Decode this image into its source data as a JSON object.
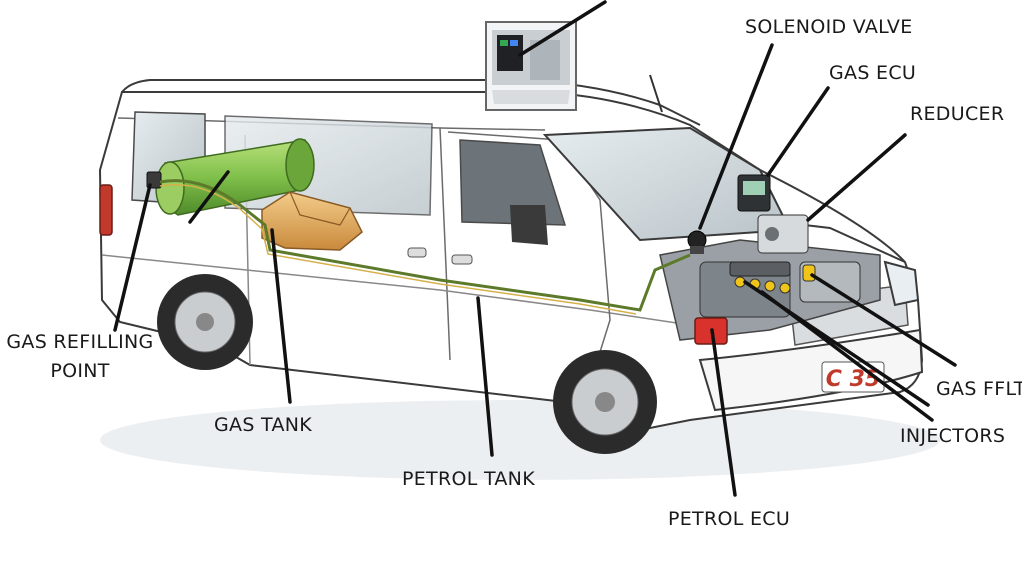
{
  "diagram": {
    "title": "",
    "labels": {
      "solenoid_valve": "SOLENOID VALVE",
      "gas_ecu": "GAS ECU",
      "reducer": "REDUCER",
      "gas_refilling_point_line1": "GAS REFILLING",
      "gas_refilling_point_line2": "POINT",
      "gas_tank": "GAS TANK",
      "petrol_tank": "PETROL TANK",
      "gas_filter": "GAS FFLT",
      "injectors": "INJECTORS",
      "petrol_ecu": "PETROL ECU"
    },
    "plate_text": "C 35",
    "colors": {
      "gas_tank": "#7fbf4a",
      "gas_line": "#5c7a2a",
      "petrol_tank": "#e2a85a",
      "petrol_ecu": "#d9312b",
      "leader": "#111111",
      "body_outline": "#3a3a3a"
    }
  }
}
